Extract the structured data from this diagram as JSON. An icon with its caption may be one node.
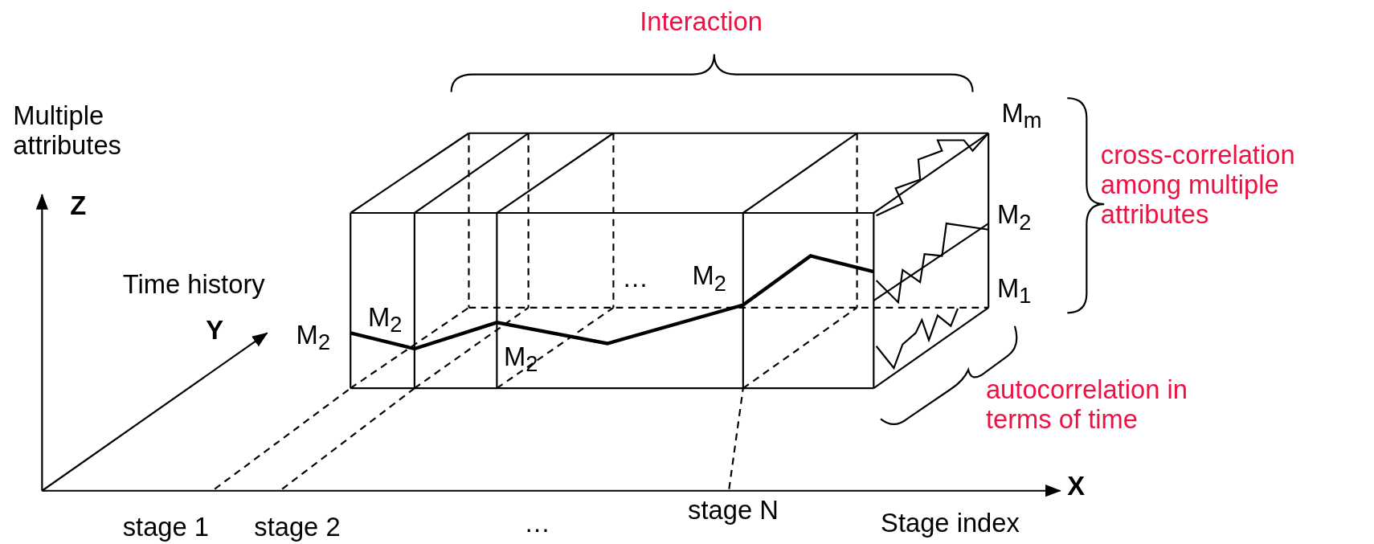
{
  "diagram": {
    "labels": [
      "Interaction",
      "M$_{m}$",
      "Multiple attributes",
      "cross-correlation among multiple attributes",
      "Z",
      "M$_{2}$",
      "Time history",
      "…",
      "M$_{2}$",
      "M$_{1}$",
      "Y",
      "M$_{2}$",
      "M$_{2}$",
      "M$_{2}$",
      "autocorrelation in terms of time",
      "X",
      "stage 1",
      "stage 2",
      "stage N",
      "Stage index",
      "…"
    ]
  }
}
